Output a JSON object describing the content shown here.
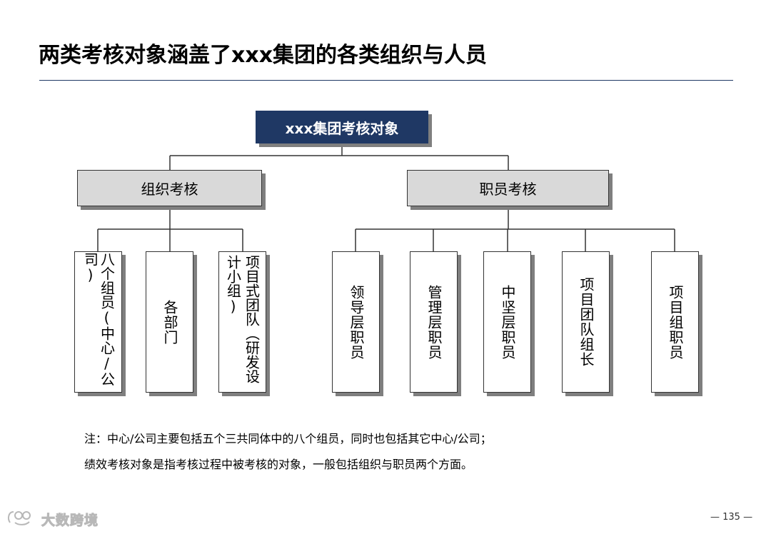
{
  "title": "两类考核对象涵盖了xxx集团的各类组织与人员",
  "root": "xxx集团考核对象",
  "categories": [
    {
      "label": "组织考核",
      "children": [
        "八个组员(中心/公司)",
        "各部门",
        "项目式团队（研发设计小组)"
      ]
    },
    {
      "label": "职员考核",
      "children": [
        "领导层职员",
        "管理层职员",
        "中坚层职员",
        "项目团队组长",
        "项目组职员"
      ]
    }
  ],
  "notes": [
    "注：中心/公司主要包括五个三共同体中的八个组员，同时也包括其它中心/公司；",
    "绩效考核对象是指考核过程中被考核的对象，一般包括组织与职员两个方面。"
  ],
  "watermark": "大数跨境",
  "page_number": "— 135 —",
  "colors": {
    "root_fill": "#1f3864",
    "category_fill": "#d9d9d9",
    "shadow": "#7f7f7f",
    "rule": "#1f3864"
  }
}
